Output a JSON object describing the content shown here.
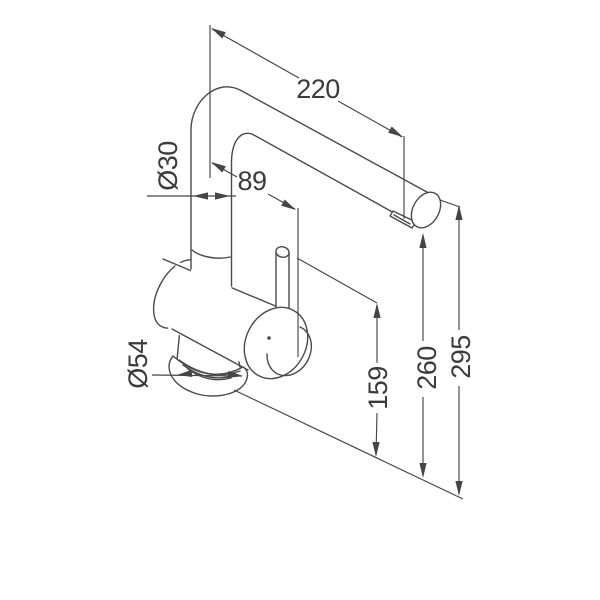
{
  "drawing": {
    "subject": "kitchen-faucet-dimension-drawing",
    "dimensions": {
      "spout_reach": "220",
      "body_offset": "89",
      "spout_tube_diameter": "Ø30",
      "base_diameter": "Ø54",
      "handle_height": "159",
      "spout_underside_height": "260",
      "total_height": "295"
    },
    "colors": {
      "outline": "#4a4a4a",
      "dimension": "#454545",
      "label": "#3b3b3b",
      "background": "#ffffff"
    }
  }
}
